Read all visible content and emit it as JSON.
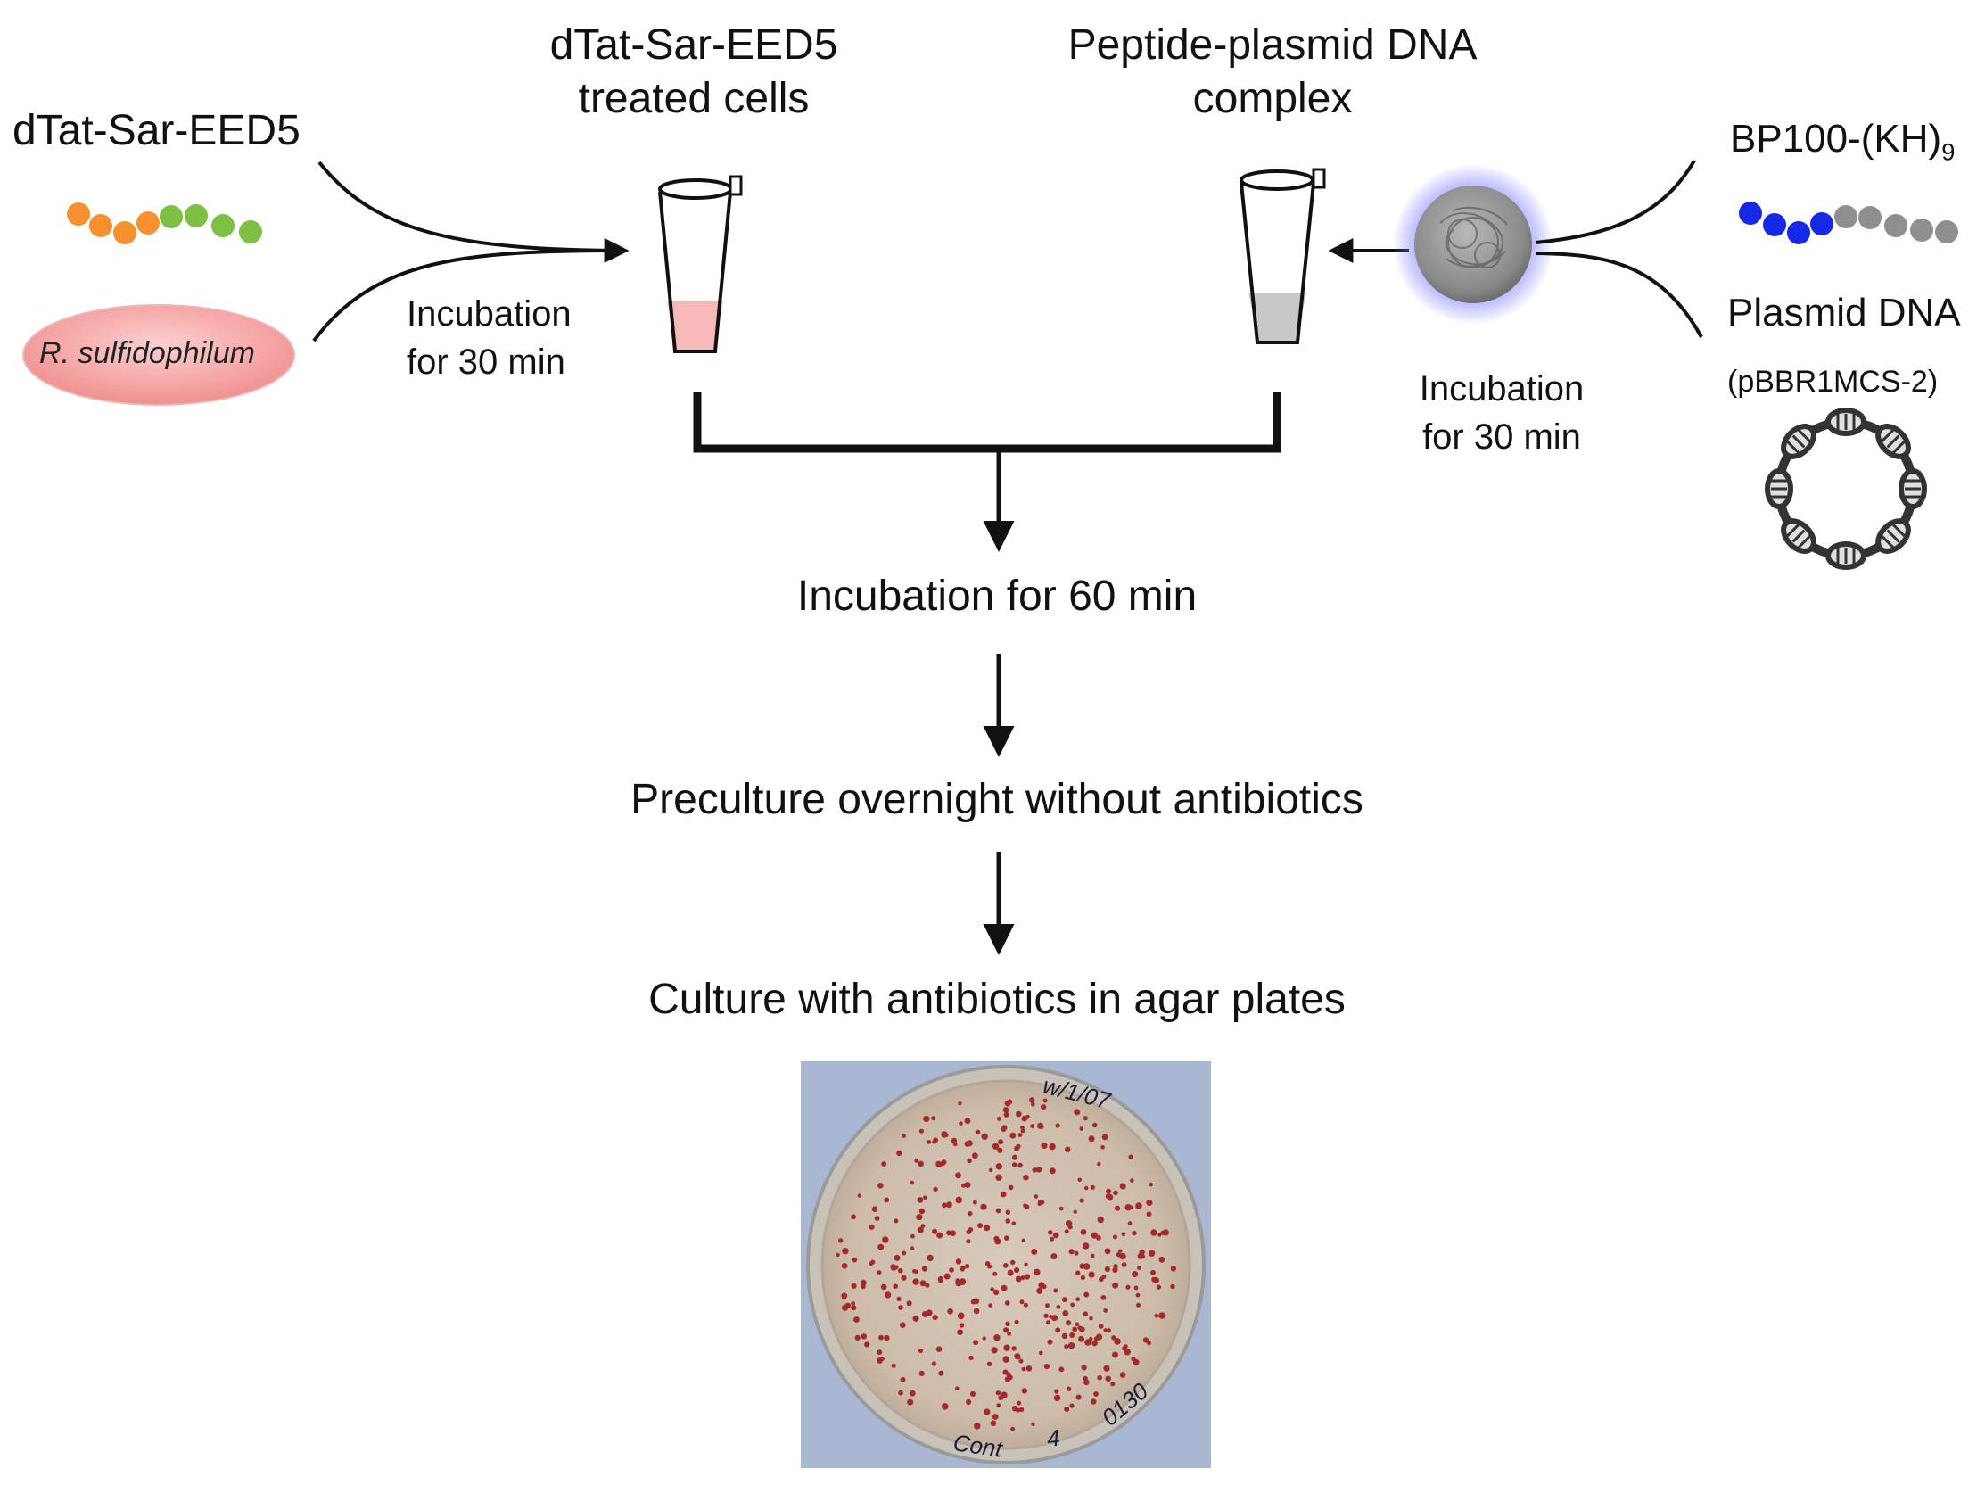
{
  "top_left": {
    "title": "dTat-Sar-EED5",
    "cell_label": "R. sulfidophilum",
    "incubation": [
      "Incubation",
      "for 30 min"
    ]
  },
  "treated_cells": [
    "dTat-Sar-EED5",
    "treated cells"
  ],
  "complex": [
    "Peptide-plasmid DNA",
    "complex"
  ],
  "top_right": {
    "peptide_base": "BP100-(KH)",
    "peptide_sub": "9",
    "plasmid": "Plasmid DNA",
    "plasmid_name": "(pBBR1MCS-2)",
    "incubation": [
      "Incubation",
      "for 30 min"
    ]
  },
  "steps": [
    "Incubation for 60 min",
    "Preculture overnight without antibiotics",
    "Culture with antibiotics in agar plates"
  ],
  "plate": {
    "annotations": [
      "w/1/07",
      "Cont",
      "4",
      "0130"
    ]
  },
  "colors": {
    "eed_orange": "#f7902f",
    "eed_green": "#7dc043",
    "kh_blue": "#1428e6",
    "kh_gray": "#8f8f8f",
    "cell_pink": "#f6a3a3",
    "pink_liquid": "#f6b8b8",
    "gray_liquid": "#c8c8c8",
    "complex_glow": "#6b6bff",
    "colony_red": "#a42a2a"
  }
}
